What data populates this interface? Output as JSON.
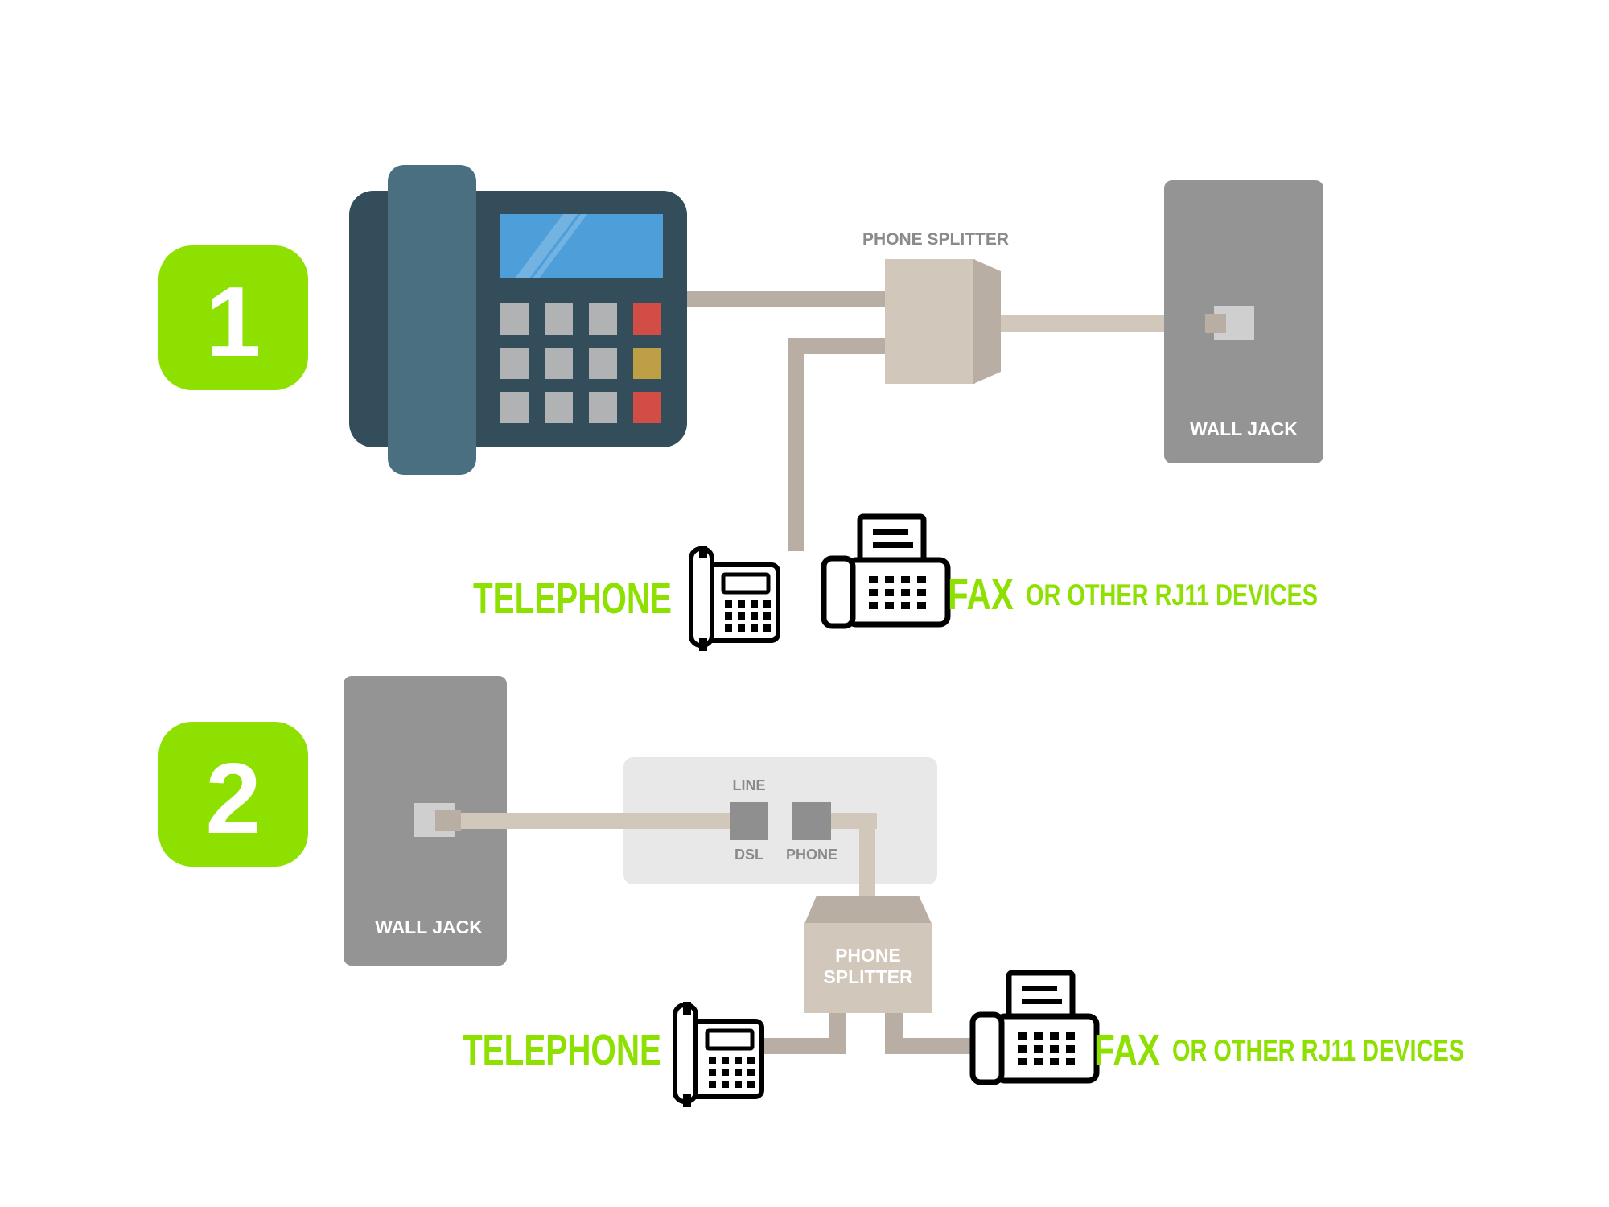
{
  "colors": {
    "green": "#8ee000",
    "gray": "#949494",
    "cable": "#b8aea3",
    "splitter": "#d2c7bb",
    "phone_body": "#344d5a",
    "handset": "#4a6f80",
    "screen": "#4e9ed9",
    "key": "#b1b2b4",
    "key_red": "#d24d45",
    "key_gold": "#bd9f45"
  },
  "step1": {
    "number": "1",
    "splitter_label": "PHONE SPLITTER",
    "wall_jack_label": "WALL JACK",
    "telephone_label": "TELEPHONE",
    "fax_label": "FAX",
    "fax_sub_label": "OR OTHER RJ11 DEVICES"
  },
  "step2": {
    "number": "2",
    "wall_jack_label": "WALL JACK",
    "modem_line_label": "LINE",
    "modem_dsl_label": "DSL",
    "modem_phone_label": "PHONE",
    "splitter_label_line1": "PHONE",
    "splitter_label_line2": "SPLITTER",
    "telephone_label": "TELEPHONE",
    "fax_label": "FAX",
    "fax_sub_label": "OR OTHER RJ11 DEVICES"
  },
  "icons": [
    "desk-phone-icon",
    "telephone-outline-icon",
    "fax-outline-icon"
  ]
}
